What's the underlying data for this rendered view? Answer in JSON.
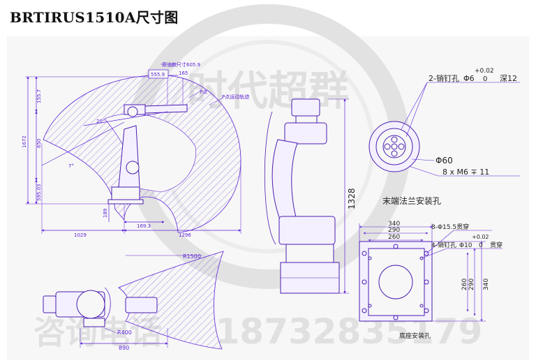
{
  "title": "BRTIRUS1510A尺寸图",
  "watermark": {
    "brand": "时代超群",
    "phone": "18732835179",
    "phone_prefix": "咨询电话"
  },
  "colors": {
    "line": "#5a1fd6",
    "hatch": "#8a6ad8",
    "sheet": "#f7f7f7",
    "title": "#111111",
    "watermark": "#d7d7d7"
  },
  "side_view": {
    "ext_label": "原油款尺寸605.9",
    "dim_555": "555.9",
    "dim_165": "165",
    "p_point": "P点",
    "p_track": "P点运动轨迹",
    "dim_1557": "155.7",
    "dim_650": "650",
    "dim_1672": "1672",
    "dim_59503": "595.03",
    "dim_189": "189",
    "dim_1693": "169.3",
    "dim_1029": "1029",
    "dim_1296": "1296",
    "angle_20": "20°",
    "angle_7": "7°"
  },
  "front_view": {
    "height": "1328"
  },
  "top_view": {
    "radius_outer": "R1500",
    "radius_inner": "R400",
    "width": "890"
  },
  "flange": {
    "pin_label": "2-销钉孔",
    "pin_dia_prefix": "Φ6",
    "pin_tol_upper": "+0.02",
    "pin_tol_lower": "0",
    "pin_depth": "深12",
    "dia": "Φ60",
    "thread": "8 x M6 ∓ 11",
    "caption": "末端法兰安装孔"
  },
  "base": {
    "dim_340_top": "340",
    "dim_290_top": "290",
    "dim_260_top": "260",
    "hole_label": "8-Φ15.5贯穿",
    "pin_label": "4-销钉孔",
    "pin_dia_prefix": "Φ10",
    "pin_tol_upper": "+0.02",
    "pin_tol_lower": "0",
    "pin_through": "贯穿",
    "dim_260_side": "260",
    "dim_290_side": "290",
    "dim_340_side": "340",
    "caption": "底座安装孔"
  }
}
